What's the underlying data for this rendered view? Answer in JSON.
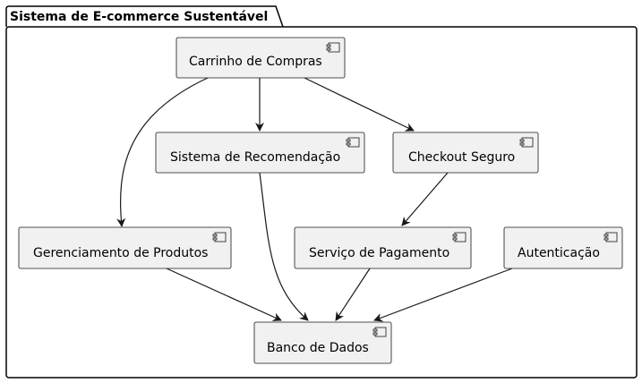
{
  "package": {
    "title": "Sistema de E-commerce Sustentável"
  },
  "components": {
    "carrinho": "Carrinho de Compras",
    "recomendacao": "Sistema de Recomendação",
    "checkout": "Checkout Seguro",
    "produtos": "Gerenciamento de Produtos",
    "pagamento": "Serviço de Pagamento",
    "autenticacao": "Autenticação",
    "banco": "Banco de Dados"
  },
  "relations": [
    {
      "from": "carrinho",
      "to": "produtos"
    },
    {
      "from": "carrinho",
      "to": "recomendacao"
    },
    {
      "from": "carrinho",
      "to": "checkout"
    },
    {
      "from": "checkout",
      "to": "pagamento"
    },
    {
      "from": "recomendacao",
      "to": "banco"
    },
    {
      "from": "produtos",
      "to": "banco"
    },
    {
      "from": "pagamento",
      "to": "banco"
    },
    {
      "from": "autenticacao",
      "to": "banco"
    }
  ],
  "colors": {
    "component_fill": "#f1f1f1",
    "stroke": "#181818",
    "arrow": "#181818"
  }
}
